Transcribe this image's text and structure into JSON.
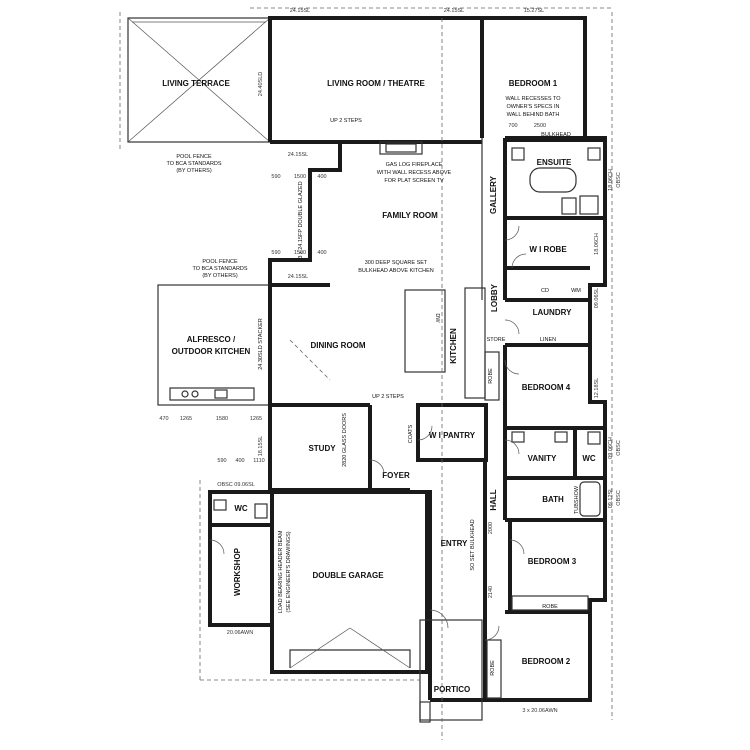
{
  "rooms": {
    "living_terrace": "LIVING TERRACE",
    "living_room": "LIVING ROOM / THEATRE",
    "bedroom1": "BEDROOM 1",
    "ensuite": "ENSUITE",
    "family_room": "FAMILY ROOM",
    "gallery": "GALLERY",
    "wi_robe": "W I ROBE",
    "lobby": "LOBBY",
    "laundry": "LAUNDRY",
    "alfresco_line1": "ALFRESCO /",
    "alfresco_line2": "OUTDOOR KITCHEN",
    "dining_room": "DINING ROOM",
    "kitchen": "KITCHEN",
    "bedroom4": "BEDROOM 4",
    "study": "STUDY",
    "wi_pantry": "W I PANTRY",
    "foyer": "FOYER",
    "vanity": "VANITY",
    "wc_bath": "WC",
    "bath": "BATH",
    "hall": "HALL",
    "wc_workshop": "WC",
    "workshop": "WORKSHOP",
    "double_garage": "DOUBLE GARAGE",
    "entry": "ENTRY",
    "bedroom3": "BEDROOM 3",
    "bedroom2": "BEDROOM 2",
    "portico": "PORTICO"
  },
  "notes": {
    "wall_recesses_1": "WALL RECESSES TO",
    "wall_recesses_2": "OWNER'S SPECS IN",
    "wall_recesses_3": "WALL BEHIND BATH",
    "bulkhead": "BULKHEAD",
    "up2steps_top": "UP 2 STEPS",
    "gas_log_1": "GAS LOG FIREPLACE",
    "gas_log_2": "WITH WALL RECESS ABOVE",
    "gas_log_3": "FOR PLAT SCREEN TV",
    "pool_fence_a1": "POOL FENCE",
    "pool_fence_a2": "TO BCA STANDARDS",
    "pool_fence_a3": "(BY OTHERS)",
    "pool_fence_b1": "POOL FENCE",
    "pool_fence_b2": "TO BCA STANDARDS",
    "pool_fence_b3": "(BY OTHERS)",
    "deep_square_1": "300 DEEP SQUARE SET",
    "deep_square_2": "BULKHEAD ABOVE KITCHEN",
    "double_glazed": "3 x 24.15FP DOUBLE GLAZED",
    "stacker": "24.30SLD STACKER",
    "cd": "CD",
    "wm": "WM",
    "store": "STORE",
    "linen": "LINEN",
    "robe_b4": "ROBE",
    "up2steps_mid": "UP 2 STEPS",
    "coats": "COATS",
    "glass_doors": "2820 GLASS DOORS",
    "robe_b3": "ROBE",
    "robe_b2": "ROBE",
    "set_bulkhead": "SO SET BULKHEAD",
    "load_bearing": "LOAD BEARING HEADER BEAM",
    "engineers": "(SEE ENGINEER'S DRAWINGS)",
    "dw": "DW",
    "tub": "TUBSHOW"
  },
  "dimensions": {
    "top1": "24.15SL",
    "top2": "24.15SL",
    "top3": "15.27SL",
    "sl_left": "24.15SL",
    "sl_mid": "24.15SL",
    "living_sld": "24.40SLD",
    "d700": "700",
    "d2500": "2500",
    "d590a": "590",
    "d1500a": "1500",
    "d400a": "400",
    "d590b": "590",
    "d1500b": "1500",
    "d400b": "400",
    "d470": "470",
    "d1265a": "1265",
    "d1580": "1580",
    "d1265b": "1265",
    "d590c": "590",
    "d400c": "400",
    "d1110": "1110",
    "obsc_ws": "OBSC 09.06SL",
    "side_18": "18.15SL",
    "ens_obsc_1": "18.06CH",
    "ens_obsc_2": "OBSC",
    "wir_side": "18.06CH",
    "ldy_side": "09.06SL",
    "b4_side": "12.18SL",
    "van_side_1": "09.06CH",
    "van_side_2": "OBSC",
    "bath_side_1": "09.12SL",
    "bath_side_2": "OBSC",
    "workshop_awn": "20.06AWN",
    "bed2_awn": "3 x 20.06AWN",
    "entry_w": "2000",
    "entry_w2": "2140"
  }
}
